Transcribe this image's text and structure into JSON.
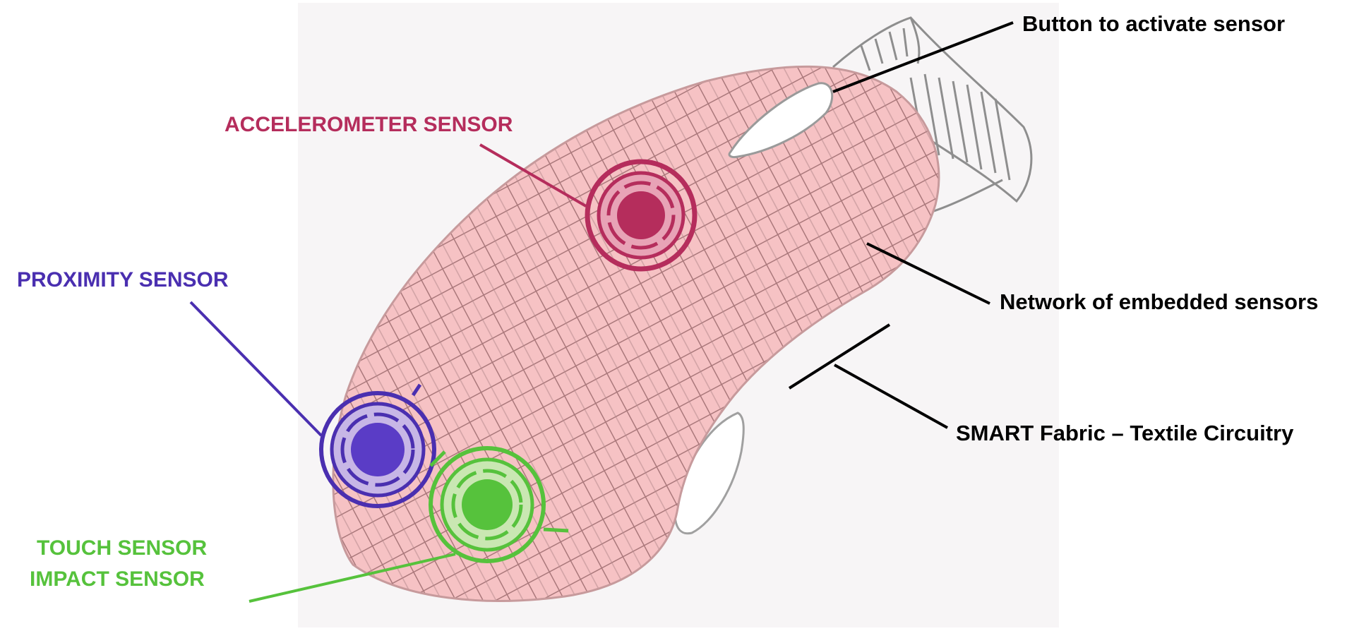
{
  "labels": {
    "accelerometer": "ACCELEROMETER SENSOR",
    "proximity": "PROXIMITY SENSOR",
    "touch": "TOUCH SENSOR",
    "impact": "IMPACT SENSOR",
    "button": "Button to activate sensor",
    "network": "Network of embedded sensors",
    "fabric": "SMART Fabric – Textile Circuitry"
  },
  "colors": {
    "accelerometer": "#b52d5c",
    "proximity": "#4a2fb0",
    "touch": "#56c23c",
    "leader": "#000000",
    "fabric_fill": "#f6c2c4",
    "fabric_grid": "#9c6b6e",
    "panel_bg": "#f7f5f6"
  },
  "icons": [
    "accelerometer-sensor-icon",
    "proximity-sensor-icon",
    "touch-sensor-icon"
  ]
}
